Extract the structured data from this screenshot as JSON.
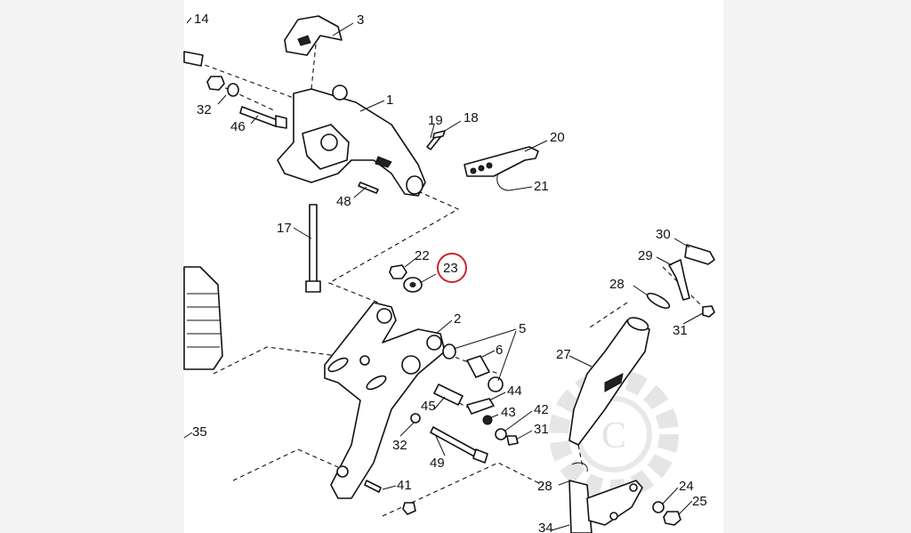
{
  "diagram": {
    "callouts": [
      {
        "id": "c14",
        "text": "14"
      },
      {
        "id": "c3",
        "text": "3"
      },
      {
        "id": "c1",
        "text": "1"
      },
      {
        "id": "c32a",
        "text": "32"
      },
      {
        "id": "c46",
        "text": "46"
      },
      {
        "id": "c19",
        "text": "19"
      },
      {
        "id": "c18",
        "text": "18"
      },
      {
        "id": "c20",
        "text": "20"
      },
      {
        "id": "c21",
        "text": "21"
      },
      {
        "id": "c48",
        "text": "48"
      },
      {
        "id": "c17",
        "text": "17"
      },
      {
        "id": "c22",
        "text": "22"
      },
      {
        "id": "c23",
        "text": "23"
      },
      {
        "id": "c30",
        "text": "30"
      },
      {
        "id": "c29",
        "text": "29"
      },
      {
        "id": "c28a",
        "text": "28"
      },
      {
        "id": "c31a",
        "text": "31"
      },
      {
        "id": "c2",
        "text": "2"
      },
      {
        "id": "c5",
        "text": "5"
      },
      {
        "id": "c6",
        "text": "6"
      },
      {
        "id": "c27",
        "text": "27"
      },
      {
        "id": "c44",
        "text": "44"
      },
      {
        "id": "c45",
        "text": "45"
      },
      {
        "id": "c43",
        "text": "43"
      },
      {
        "id": "c42",
        "text": "42"
      },
      {
        "id": "c31b",
        "text": "31"
      },
      {
        "id": "c35",
        "text": "35"
      },
      {
        "id": "c32b",
        "text": "32"
      },
      {
        "id": "c49",
        "text": "49"
      },
      {
        "id": "c41",
        "text": "41"
      },
      {
        "id": "c28b",
        "text": "28"
      },
      {
        "id": "c24",
        "text": "24"
      },
      {
        "id": "c25",
        "text": "25"
      },
      {
        "id": "c34",
        "text": "34"
      }
    ],
    "highlighted_callout": "23",
    "highlight_color": "#d0202a",
    "watermark_letter": "C"
  }
}
